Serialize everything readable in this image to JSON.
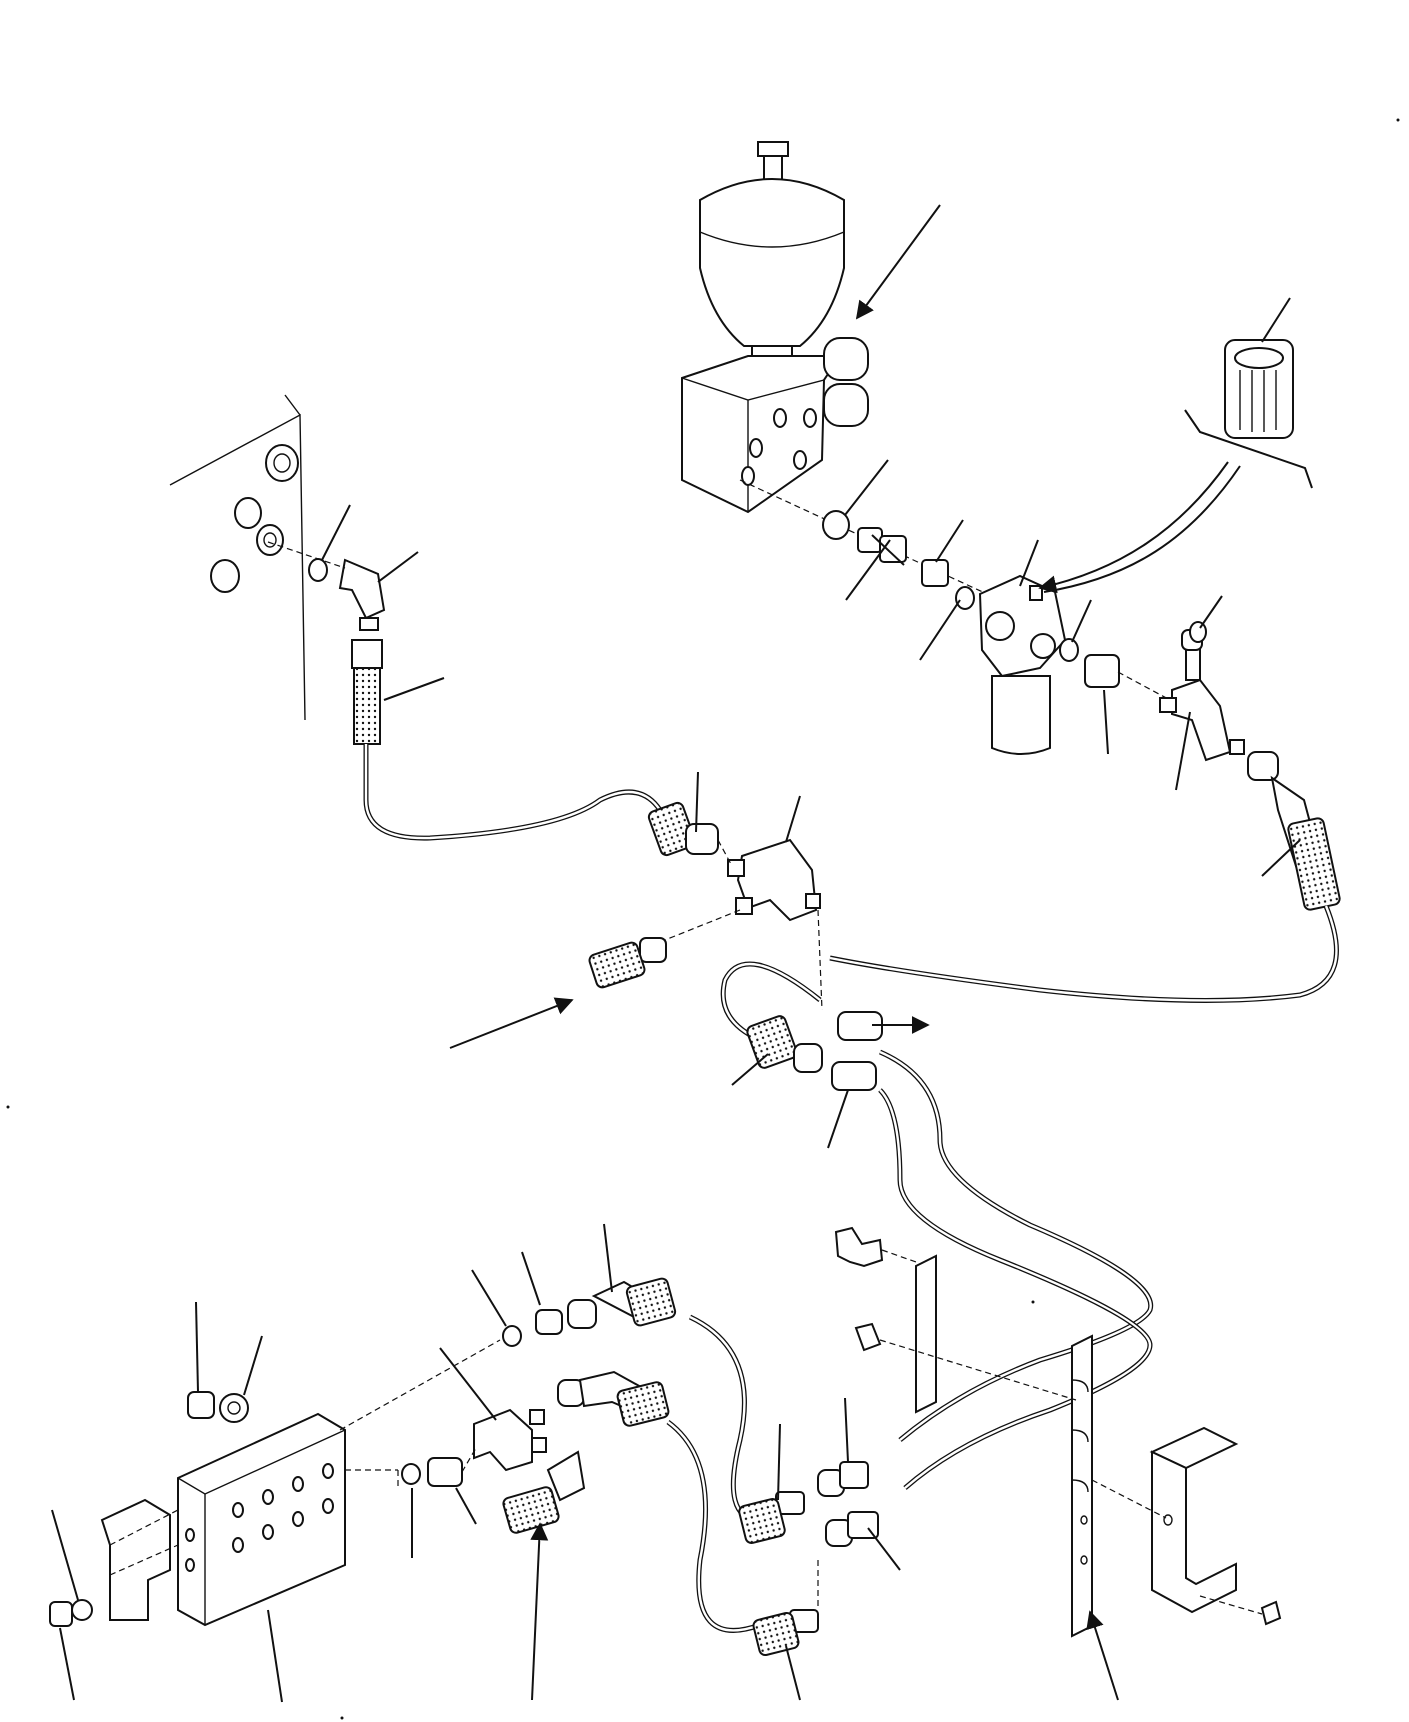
{
  "diagram": {
    "kind": "exploded-parts-view",
    "part_numbers_visible": false,
    "colors": {
      "ink": "#111111",
      "paper": "#ffffff"
    },
    "assemblies": [
      "accumulator-assembly",
      "filter-housing",
      "filter-element",
      "tee-fitting-center",
      "tee-fitting-right",
      "tee-fitting-lower",
      "manifold-block",
      "hose-clamp-bracket",
      "mounting-bracket"
    ]
  }
}
